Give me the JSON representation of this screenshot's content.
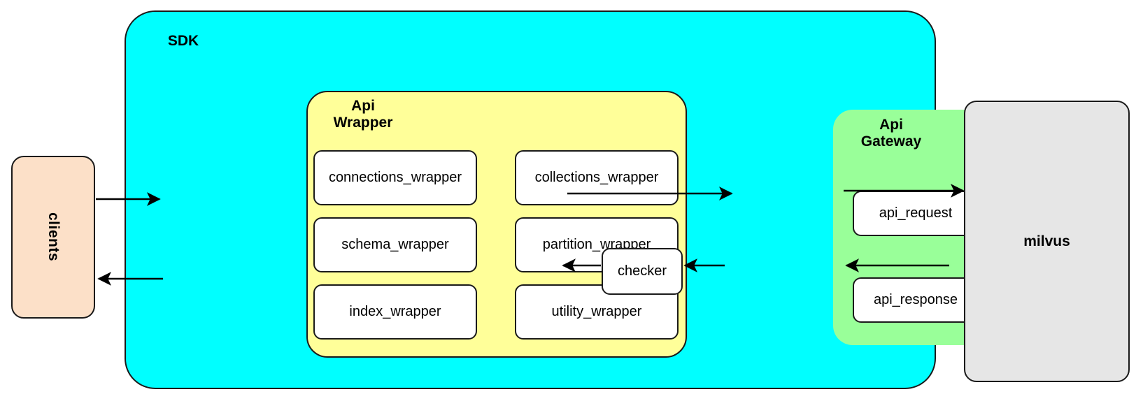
{
  "diagram": {
    "title_sdk": "SDK",
    "containers": {
      "sdk": {
        "label": "SDK",
        "color": "#00ffff"
      },
      "api_wrapper": {
        "label": "Api\nWrapper",
        "color": "#ffff99"
      },
      "api_gateway": {
        "label": "Api\nGateway",
        "color": "#99ff99"
      }
    },
    "external": {
      "clients": {
        "label": "clients",
        "color": "#fce0c8"
      },
      "milvus": {
        "label": "milvus",
        "color": "#e6e6e6"
      }
    },
    "api_wrapper_nodes": [
      {
        "label": "connections_wrapper",
        "column": "left",
        "row": 1
      },
      {
        "label": "collections_wrapper",
        "column": "right",
        "row": 1
      },
      {
        "label": "schema_wrapper",
        "column": "left",
        "row": 2
      },
      {
        "label": "partition_wrapper",
        "column": "right",
        "row": 2
      },
      {
        "label": "index_wrapper",
        "column": "left",
        "row": 3
      },
      {
        "label": "utility_wrapper",
        "column": "right",
        "row": 3
      }
    ],
    "api_gateway_nodes": [
      {
        "label": "api_request"
      },
      {
        "label": "api_response"
      }
    ],
    "standalone_nodes": [
      {
        "label": "checker"
      }
    ],
    "arrows": [
      {
        "name": "clients-to-sdk",
        "from": "clients",
        "to": "api_wrapper",
        "direction": "right"
      },
      {
        "name": "api-wrapper-to-gateway",
        "from": "api_wrapper",
        "to": "api_gateway",
        "direction": "right"
      },
      {
        "name": "api-request-to-milvus",
        "from": "api_request",
        "to": "milvus",
        "direction": "right"
      },
      {
        "name": "milvus-to-api-response",
        "from": "milvus",
        "to": "api_response",
        "direction": "left"
      },
      {
        "name": "api-response-to-checker",
        "from": "api_response",
        "to": "checker",
        "direction": "left"
      },
      {
        "name": "checker-to-api-wrapper",
        "from": "checker",
        "to": "api_wrapper",
        "direction": "left"
      },
      {
        "name": "sdk-to-clients",
        "from": "api_wrapper",
        "to": "clients",
        "direction": "left"
      }
    ],
    "colors": {
      "stroke": "#1a1a1a",
      "node_fill": "#ffffff",
      "background": "#ffffff"
    }
  }
}
